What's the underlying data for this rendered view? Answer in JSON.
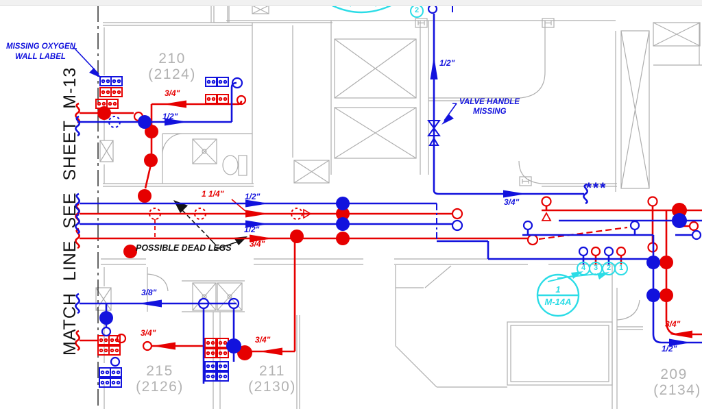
{
  "annotations": {
    "match_line": "MATCH LINE SEE SHEET M-13",
    "missing_oxygen_1": "MISSING OXYGEN",
    "missing_oxygen_2": "WALL LABEL",
    "valve_1": "VALVE HANDLE",
    "valve_2": "MISSING",
    "dead_legs": "POSSIBLE DEAD LEGS",
    "stars": "***"
  },
  "rooms": [
    {
      "number": "210",
      "code": "(2124)"
    },
    {
      "number": "215",
      "code": "(2126)"
    },
    {
      "number": "211",
      "code": "(2130)"
    },
    {
      "number": "209",
      "code": "(2134)"
    }
  ],
  "pipe_labels": [
    {
      "text": "3/4\"",
      "system": "red"
    },
    {
      "text": "1/2\"",
      "system": "blue"
    },
    {
      "text": "1/2\"",
      "system": "blue"
    },
    {
      "text": "1 1/4\"",
      "system": "red"
    },
    {
      "text": "1/2\"",
      "system": "blue"
    },
    {
      "text": "1/2\"",
      "system": "blue"
    },
    {
      "text": "3/4\"",
      "system": "red"
    },
    {
      "text": "3/4\"",
      "system": "blue"
    },
    {
      "text": "3/8\"",
      "system": "blue"
    },
    {
      "text": "3/4\"",
      "system": "red"
    },
    {
      "text": "3/4\"",
      "system": "red"
    },
    {
      "text": "3/4\"",
      "system": "red"
    },
    {
      "text": "1/2\"",
      "system": "blue"
    }
  ],
  "callouts": {
    "detail_top": "1",
    "detail_bottom": "M-14A",
    "tag_numbers": [
      "4",
      "3",
      "2",
      "1"
    ],
    "top_tag": "2"
  },
  "colors": {
    "red": "#e60000",
    "blue": "#1212dd",
    "cyan": "#2bdce6",
    "wall_gray": "#aeaeae",
    "black": "#141414",
    "room_gray": "#b2b2b2"
  }
}
